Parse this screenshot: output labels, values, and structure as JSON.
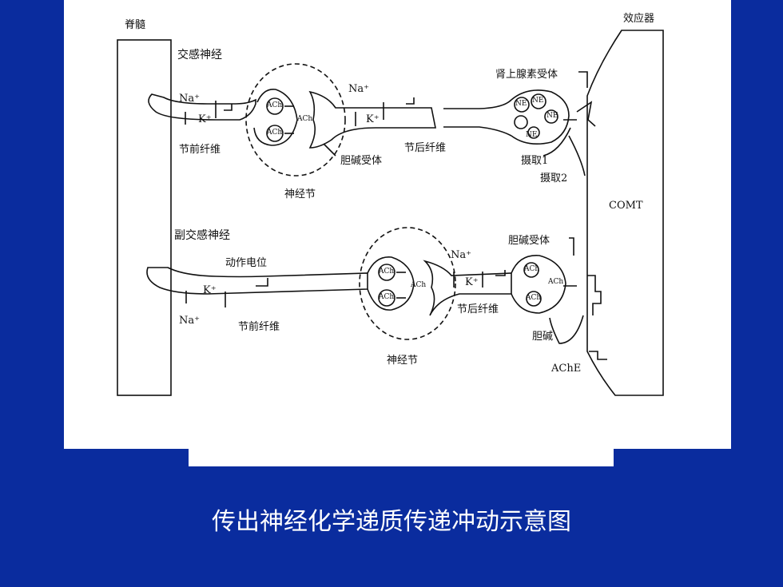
{
  "labels": {
    "spinal_cord": "脊髓",
    "effector": "效应器",
    "sympathetic": "交感神经",
    "adrenergic_receptor": "肾上腺素受体",
    "na_top": "Na⁺",
    "k_top": "K⁺",
    "na_top2": "Na⁺",
    "k_top2": "K⁺",
    "ach_a": "ACh",
    "ach_b": "ACh",
    "ach_c": "ACh",
    "ne_a": "NE",
    "ne_b": "NE",
    "ne_c": "NE",
    "ne_d": "NE",
    "preganglionic_top": "节前纤维",
    "cholinergic_receptor_top": "胆碱受体",
    "postganglionic_top": "节后纤维",
    "uptake1": "摄取1",
    "uptake2": "摄取2",
    "ganglion_top": "神经节",
    "comt": "COMT",
    "parasympathetic": "副交感神经",
    "action_potential": "动作电位",
    "cholinergic_receptor_bottom": "胆碱受体",
    "na_bottom": "Na⁺",
    "k_bottom": "K⁺",
    "na_bottom2": "Na⁺",
    "k_bottom2": "K⁺",
    "ach_d": "ACh",
    "ach_e": "ACh",
    "ach_f": "ACh",
    "ach_g": "ACh",
    "ach_h": "ACh",
    "ach_i": "ACh",
    "postganglionic_bottom": "节后纤维",
    "preganglionic_bottom": "节前纤维",
    "choline": "胆碱",
    "ganglion_bottom": "神经节",
    "ache": "AChE"
  },
  "caption": "传出神经化学递质传递冲动示意图"
}
